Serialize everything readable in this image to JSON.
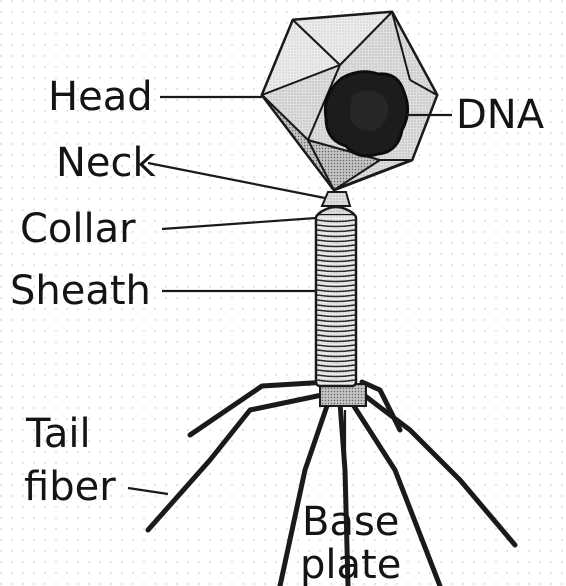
{
  "labels": {
    "head": "Head",
    "neck": "Neck",
    "collar": "Collar",
    "sheath": "Sheath",
    "tail_fiber_line1": "Tail",
    "tail_fiber_line2": "fiber",
    "base_plate_line1": "Base",
    "base_plate_line2": "plate",
    "dna": "DNA"
  }
}
